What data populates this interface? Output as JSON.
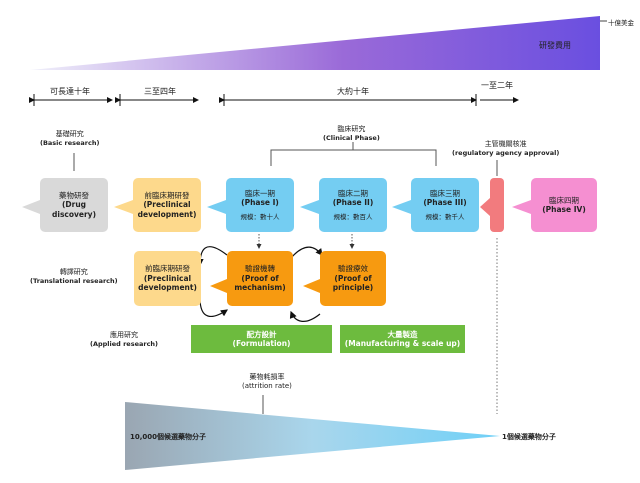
{
  "top": {
    "cost_scale": "十億美金",
    "cost_label": "研發費用"
  },
  "timeline": {
    "span1": "可長達十年",
    "span2": "三至四年",
    "span3": "大約十年",
    "span4": "一至二年"
  },
  "basic": {
    "zh": "基礎研究",
    "en": "(Basic research)"
  },
  "clinical": {
    "zh": "臨床研究",
    "en": "(Clinical Phase)"
  },
  "regulatory": {
    "zh": "主管機關核准",
    "en": "(regulatory agency approval)"
  },
  "row1": {
    "drug": {
      "zh": "藥物研發",
      "en": "(Drug discovery)",
      "color": "#d9d9d9"
    },
    "preclinical": {
      "zh": "前臨床期研發",
      "en1": "(Preclinical",
      "en2": "development)",
      "color": "#fdd98c"
    },
    "phase1": {
      "zh": "臨床一期",
      "en": "(Phase I)",
      "scale": "規模：數十人",
      "color": "#74cdf2"
    },
    "phase2": {
      "zh": "臨床二期",
      "en": "(Phase II)",
      "scale": "規模：數百人",
      "color": "#74cdf2"
    },
    "phase3": {
      "zh": "臨床三期",
      "en": "(Phase III)",
      "scale": "規模：數千人",
      "color": "#74cdf2"
    },
    "approval_color": "#f27b7e",
    "phase4": {
      "zh": "臨床四期",
      "en": "(Phase IV)",
      "color": "#f58fd1"
    }
  },
  "translational": {
    "label_zh": "轉譯研究",
    "label_en": "(Translational research)",
    "preclinical": {
      "zh": "前臨床期研發",
      "en1": "(Preclinical",
      "en2": "development)",
      "color": "#fdd98c"
    },
    "mechanism": {
      "zh": "驗證機轉",
      "en1": "(Proof of",
      "en2": "mechanism)",
      "color": "#f79a10"
    },
    "principle": {
      "zh": "驗證療效",
      "en1": "(Proof of",
      "en2": "principle)",
      "color": "#f79a10"
    }
  },
  "applied": {
    "label_zh": "應用研究",
    "label_en": "(Applied research)",
    "formulation": {
      "zh": "配方設計",
      "en": "(Formulation)",
      "color": "#6dbb3e"
    },
    "manufacturing": {
      "zh": "大量製造",
      "en": "(Manufacturing & scale up)",
      "color": "#6dbb3e"
    }
  },
  "attrition": {
    "zh": "藥物耗損率",
    "en": "(attrition rate)",
    "start": "10,000個候選藥物分子",
    "end": "1個候選藥物分子"
  }
}
